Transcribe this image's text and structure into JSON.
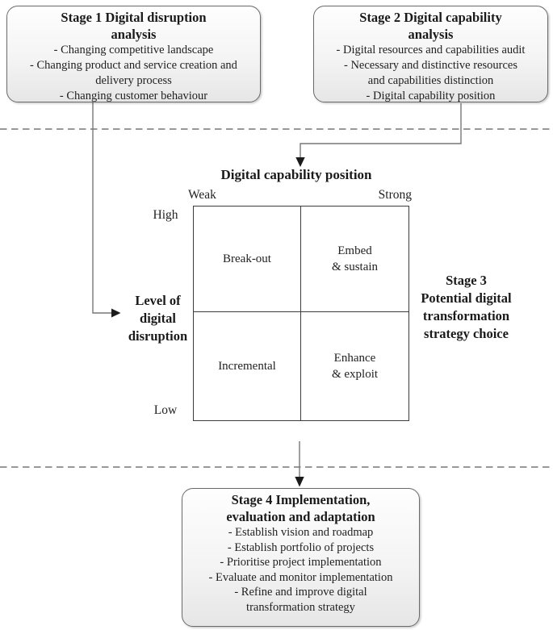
{
  "stage1": {
    "title": "Stage 1 Digital disruption\nanalysis",
    "items": [
      "- Changing competitive landscape",
      "- Changing product and service creation and\ndelivery process",
      "- Changing customer behaviour"
    ]
  },
  "stage2": {
    "title": "Stage 2 Digital capability\nanalysis",
    "items": [
      "- Digital resources and capabilities audit",
      "- Necessary and distinctive resources\nand capabilities distinction",
      "- Digital capability position"
    ]
  },
  "matrix": {
    "title": "Digital capability position",
    "x_axis": {
      "left": "Weak",
      "right": "Strong"
    },
    "y_axis": {
      "top": "High",
      "bottom": "Low",
      "label": "Level of\ndigital\ndisruption"
    },
    "quadrants": {
      "top_left": "Break-out",
      "top_right": "Embed\n& sustain",
      "bottom_left": "Incremental",
      "bottom_right": "Enhance\n& exploit"
    }
  },
  "stage3": {
    "label": "Stage 3\nPotential digital\ntransformation\nstrategy choice"
  },
  "stage4": {
    "title": "Stage 4 Implementation,\nevaluation and adaptation",
    "items": [
      "- Establish vision and roadmap",
      "- Establish portfolio of projects",
      "- Prioritise project implementation",
      "- Evaluate and monitor implementation",
      "- Refine and improve digital\ntransformation strategy"
    ]
  },
  "colors": {
    "box_border": "#6a6a6a",
    "box_fill_top": "#fefefe",
    "box_fill_bottom": "#e6e6e6",
    "matrix_line": "#3c3c3c",
    "connector_line": "#777777",
    "arrowhead": "#1b1b1b",
    "dashed_separator": "#8a8a8a",
    "text": "#1c1c1c"
  }
}
